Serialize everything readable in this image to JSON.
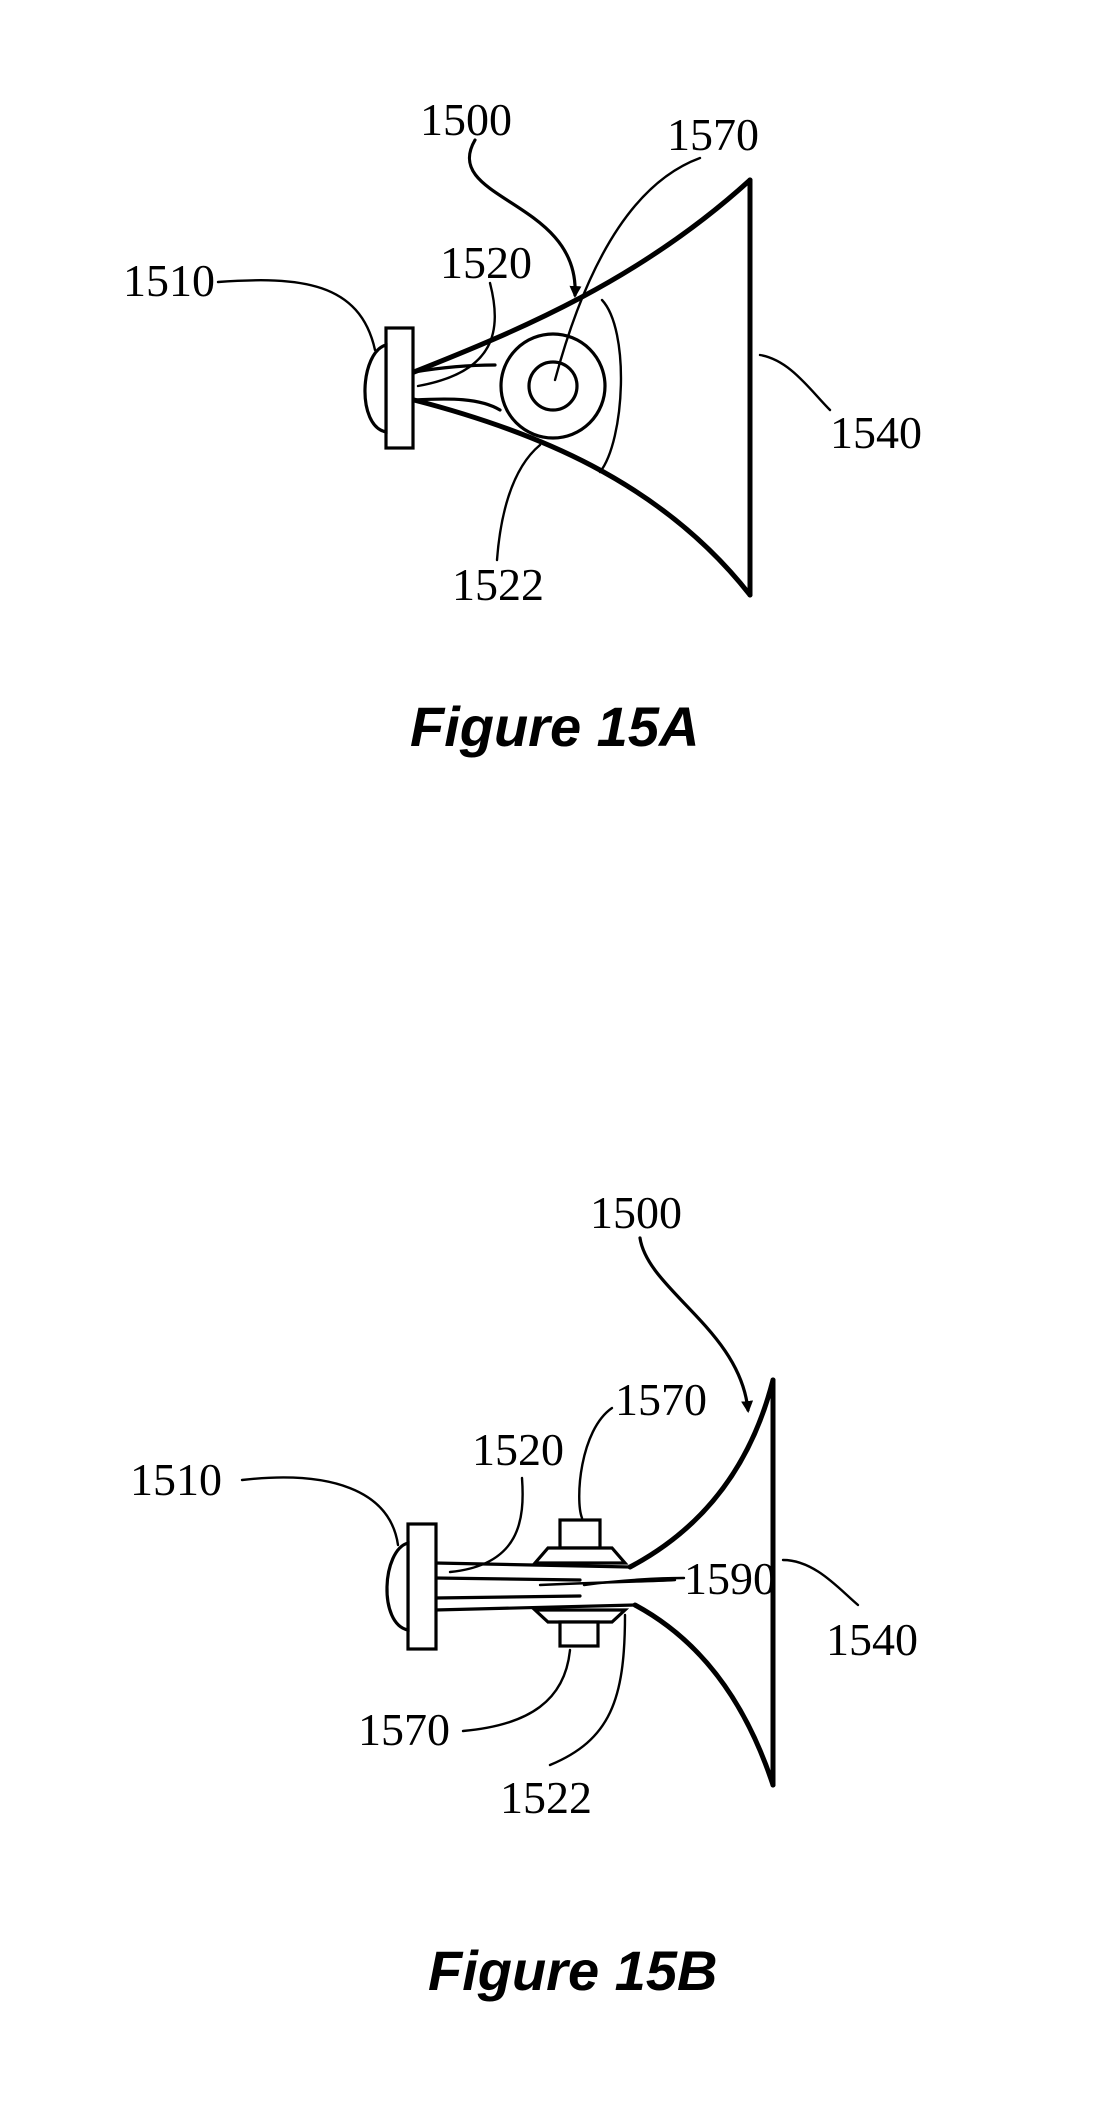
{
  "figures": [
    {
      "caption": "Figure 15A",
      "labels": {
        "ref_1500": "1500",
        "ref_1570": "1570",
        "ref_1510": "1510",
        "ref_1520": "1520",
        "ref_1540": "1540",
        "ref_1522": "1522"
      }
    },
    {
      "caption": "Figure 15B",
      "labels": {
        "ref_1500": "1500",
        "ref_1570_top": "1570",
        "ref_1520": "1520",
        "ref_1510": "1510",
        "ref_1590": "1590",
        "ref_1540": "1540",
        "ref_1570_bottom": "1570",
        "ref_1522": "1522"
      }
    }
  ]
}
